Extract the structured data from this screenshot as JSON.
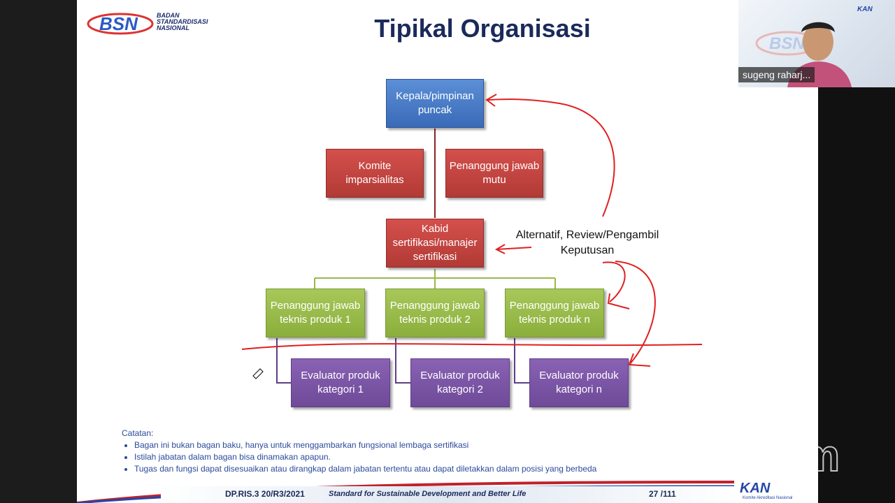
{
  "header": {
    "logo_text": "BSN",
    "logo_sub": [
      "BADAN",
      "STANDARDISASI",
      "NASIONAL"
    ],
    "title": "Tipikal Organisasi"
  },
  "org_chart": {
    "top": "Kepala/pimpinan puncak",
    "committee": "Komite imparsialitas",
    "quality": "Penanggung jawab mutu",
    "manager": "Kabid sertifikasi/manajer sertifikasi",
    "technical": [
      "Penanggung jawab teknis produk 1",
      "Penanggung jawab teknis produk 2",
      "Penanggung jawab teknis produk n"
    ],
    "evaluators": [
      "Evaluator produk kategori 1",
      "Evaluator produk kategori 2",
      "Evaluator produk kategori n"
    ]
  },
  "annotation": "Alternatif, Review/Pengambil Keputusan",
  "notes": {
    "heading": "Catatan:",
    "items": [
      "Bagan ini bukan bagan baku, hanya untuk menggambarkan fungsional lembaga sertifikasi",
      "Istilah jabatan dalam bagan bisa dinamakan apapun.",
      "Tugas dan fungsi dapat disesuaikan atau dirangkap dalam jabatan tertentu atau dapat diletakkan dalam posisi yang berbeda"
    ]
  },
  "footer": {
    "doc_id": "DP.RIS.3  20/R3/2021",
    "tagline": "Standard for Sustainable Development and Better Life",
    "page": "27  /111",
    "kan_logo": "KAN",
    "kan_sub": "Komite Akreditasi Nasional"
  },
  "video": {
    "participant_name": "sugeng raharj...",
    "watermark": "zoom"
  },
  "colors": {
    "blue_box": "#4a7cc7",
    "red_box": "#c2443f",
    "green_box": "#9abb4a",
    "purple_box": "#7b55a6",
    "pen_annotation": "#e02020"
  }
}
